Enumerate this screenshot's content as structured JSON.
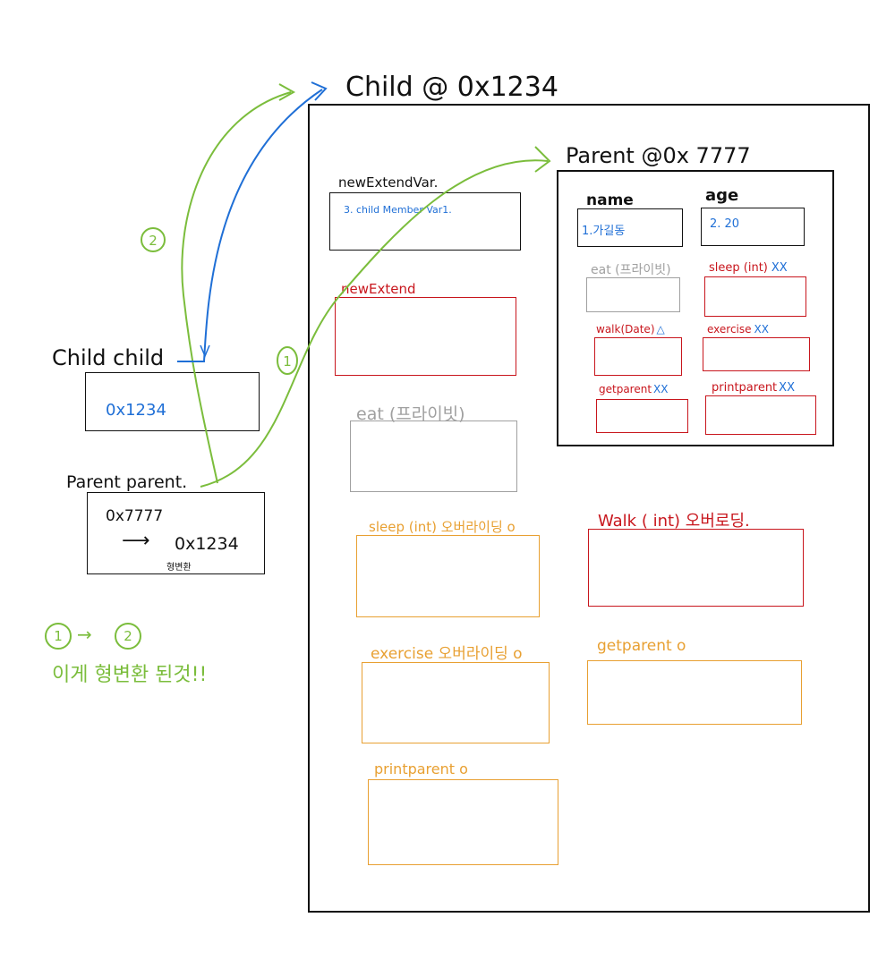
{
  "child_object": {
    "title": "Child @ 0x1234",
    "new_extend_var": {
      "label": "newExtendVar.",
      "value": "3. child Member Var1."
    },
    "new_extend": {
      "label": "newExtend"
    },
    "eat": {
      "label": "eat (프라이빗)"
    },
    "sleep": {
      "label": "sleep (int) 오버라이딩 o"
    },
    "walk": {
      "label": "Walk ( int) 오버로딩."
    },
    "exercise": {
      "label": "exercise 오버라이딩 o"
    },
    "getparent": {
      "label": "getparent o"
    },
    "printparent": {
      "label": "printparent o"
    }
  },
  "parent_object": {
    "title": "Parent @0x 7777",
    "name": {
      "label": "name",
      "value": "1.가길동"
    },
    "age": {
      "label": "age",
      "value": "2. 20"
    },
    "eat": {
      "label": "eat (프라이빗)"
    },
    "sleep": {
      "label": "sleep (int)",
      "marks": "XX"
    },
    "walk": {
      "label": "walk(Date)",
      "marks": "△"
    },
    "exercise": {
      "label": "exercise",
      "marks": "XX"
    },
    "getparent": {
      "label": "getparent",
      "marks": "XX"
    },
    "printparent": {
      "label": "printparent",
      "marks": "XX"
    }
  },
  "child_var": {
    "label": "Child child",
    "value": "0x1234"
  },
  "parent_var": {
    "label": "Parent parent.",
    "value_old": "0x7777",
    "value_new": "0x1234",
    "note": "형변환"
  },
  "arrows": {
    "step1": "1",
    "step2": "2"
  },
  "summary": {
    "sequence_from": "1",
    "sequence_to": "2",
    "note": "이게 형변환 된것!!"
  },
  "colors": {
    "black": "#111111",
    "blue": "#1f6fd6",
    "red": "#c8161d",
    "gray": "#a0a0a0",
    "orange": "#e8a032",
    "green": "#7bbd3c"
  }
}
